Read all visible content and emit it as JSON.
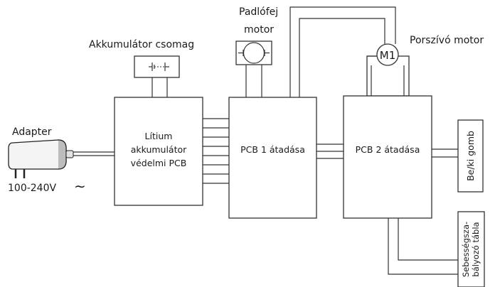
{
  "labels": {
    "battery_pack": "Akkumulátor csomag",
    "floor_head_motor_line1": "Padlófej",
    "floor_head_motor_line2": "motor",
    "vacuum_motor": "Porszívó motor",
    "vacuum_motor_symbol": "M1",
    "adapter": "Adapter",
    "voltage": "100-240V",
    "ac_symbol": "∼"
  },
  "blocks": {
    "protection_pcb_line1": "Lítium",
    "protection_pcb_line2": "akkumulátor",
    "protection_pcb_line3": "védelmi PCB",
    "pcb1": "PCB 1 átadása",
    "pcb2": "PCB 2 átadása",
    "power_button": "Be/ki gomb",
    "speed_board_line1": "Sebességsza-",
    "speed_board_line2": "bályozó tábla"
  }
}
